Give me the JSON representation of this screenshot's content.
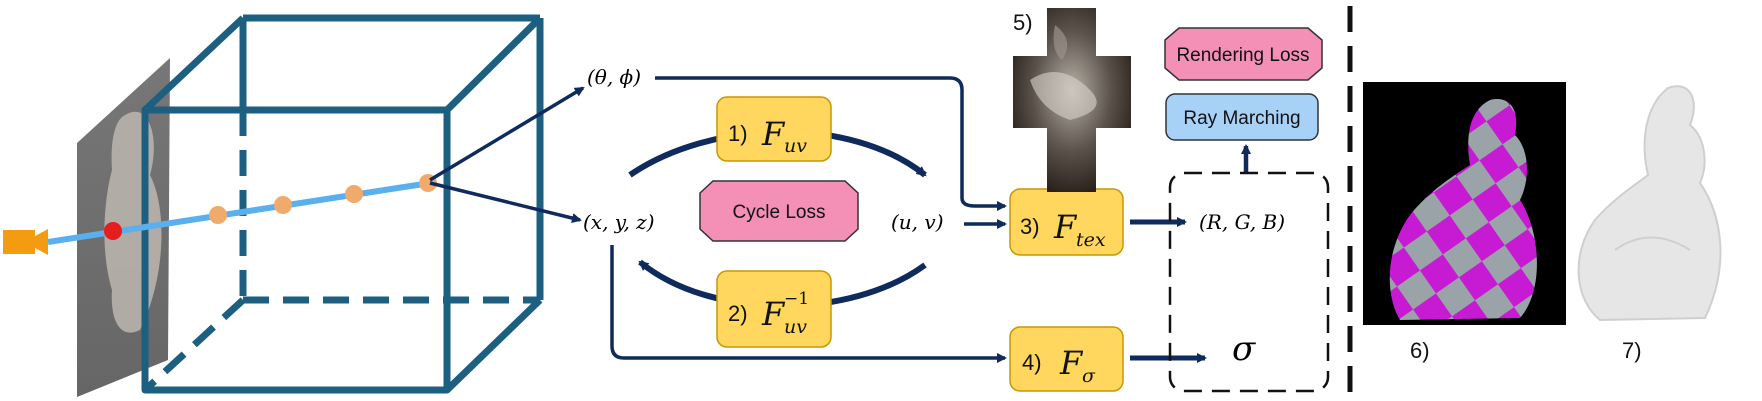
{
  "coords": {
    "view_dir": "(θ, ϕ)",
    "position": "(x, y, z)",
    "uv": "(u, v)",
    "rgb": "(R, G, B)",
    "sigma": "σ"
  },
  "modules": {
    "f_uv": {
      "num": "1)",
      "name": "F",
      "sub": "uv",
      "sup": ""
    },
    "f_uv_inv": {
      "num": "2)",
      "name": "F",
      "sub": "uv",
      "sup": "−1"
    },
    "f_tex": {
      "num": "3)",
      "name": "F",
      "sub": "tex",
      "sup": ""
    },
    "f_sigma": {
      "num": "4)",
      "name": "F",
      "sub": "σ",
      "sup": ""
    }
  },
  "losses": {
    "cycle": "Cycle Loss",
    "rendering": "Rendering Loss",
    "ray_marching": "Ray Marching"
  },
  "panels": {
    "texture_num": "5)",
    "textured_num": "6)",
    "geometry_num": "7)"
  },
  "colors": {
    "navy": "#0f2a5c",
    "cube": "#1d5f80",
    "ray": "#5ab0ee",
    "sample": "#f0ab6c",
    "hit": "#e41e1e",
    "camera": "#f39c12",
    "module_fill": "#ffd75e",
    "module_stroke": "#c99700",
    "loss_pink": "#f48fb6",
    "ray_blue": "#a8d1f8",
    "checker_magenta": "#c61ad3"
  }
}
